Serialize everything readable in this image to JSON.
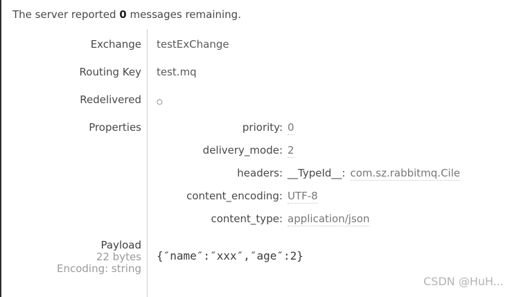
{
  "server_message": {
    "prefix": "The server reported ",
    "count": "0",
    "suffix": " messages remaining."
  },
  "rows": [
    {
      "label": "Exchange",
      "value": "testExChange"
    },
    {
      "label": "Routing Key",
      "value": "test.mq"
    },
    {
      "label": "Redelivered",
      "value": "○"
    }
  ],
  "properties": {
    "label": "Properties",
    "items": [
      {
        "name": "priority:",
        "value": "0"
      },
      {
        "name": "delivery_mode:",
        "value": "2"
      },
      {
        "name": "headers:",
        "key": "__TypeId__:",
        "value": "com.sz.rabbitmq.Cile"
      },
      {
        "name": "content_encoding:",
        "value": "UTF-8"
      },
      {
        "name": "content_type:",
        "value": "application/json"
      }
    ]
  },
  "payload": {
    "label": "Payload",
    "size": "22 bytes",
    "encoding": "Encoding: string",
    "value": "{″name″:″xxx″,″age″:2}"
  },
  "watermark": "CSDN @HuH...",
  "colors": {
    "text_dark": "#484848",
    "value_gray": "#5a5a5a",
    "sub_value_gray": "#777777",
    "meta_gray": "#9a9a9a",
    "watermark_gray": "#b3b3b3",
    "divider": "#cccccc",
    "left_border": "#2d2d2d"
  }
}
